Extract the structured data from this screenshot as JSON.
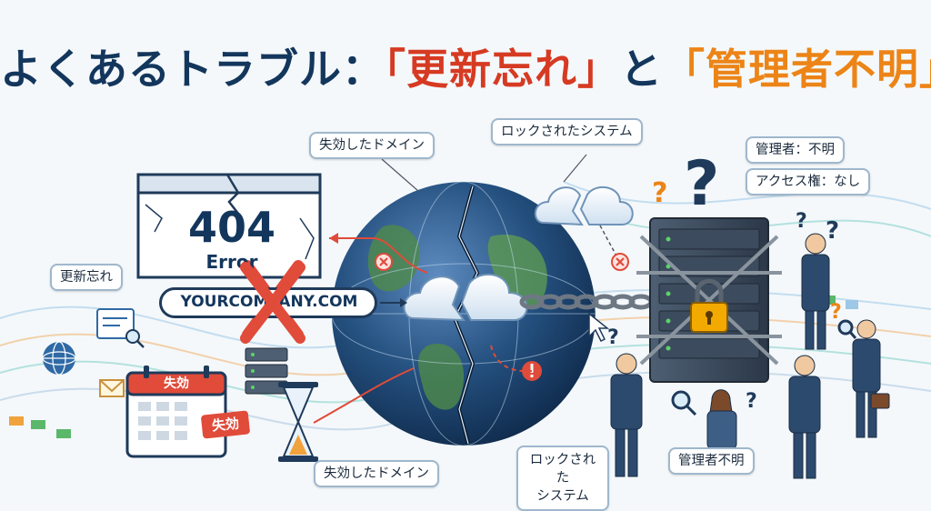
{
  "title": {
    "prefix": "よくあるトラブル：",
    "highlight_1": "「更新忘れ」",
    "connector": "と",
    "highlight_2": "「管理者不明」"
  },
  "labels": {
    "expired_domain_top": "失効したドメイン",
    "locked_system_top": "ロックされたシステム",
    "admin_unknown": "管理者：不明",
    "access_none": "アクセス権：なし",
    "renewal_forgotten": "更新忘れ",
    "expired_domain_bottom": "失効したドメイン",
    "locked_system_bottom": "ロックされた\nシステム",
    "admin_unknown_bottom": "管理者不明"
  },
  "browser": {
    "error_code": "404",
    "error_word": "Error",
    "url": "YOURCOMPANY.COM"
  },
  "calendar": {
    "header": "失効",
    "stamp": "失効"
  },
  "colors": {
    "title_dark": "#13365c",
    "title_red": "#d63a22",
    "title_orange": "#ec8417",
    "error_red": "#e04b3a",
    "lock_gold": "#f2a900"
  }
}
